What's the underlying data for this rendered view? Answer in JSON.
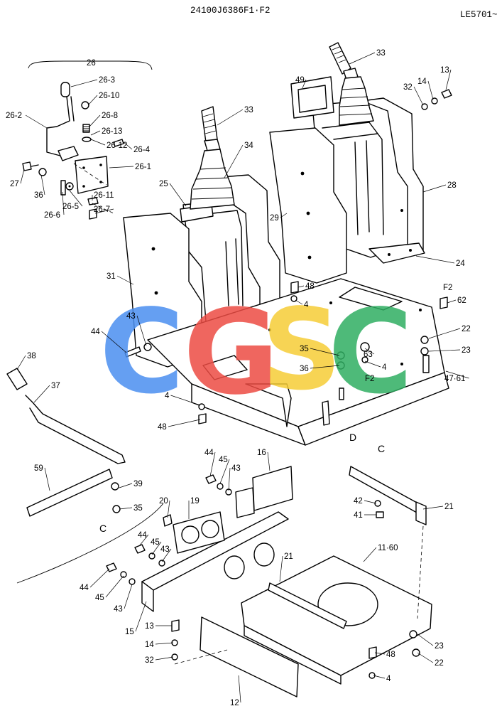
{
  "header": {
    "title": "24100J6386F1·F2",
    "code": "LE5701~"
  },
  "watermark": {
    "letters": [
      "C",
      "G",
      "S",
      "C"
    ],
    "colors": [
      "#4a8ef0",
      "#ec4b43",
      "#f6cd36",
      "#2fae62"
    ]
  },
  "group_labels": {
    "assembly_26": "26"
  },
  "view_markers": {
    "d": "D",
    "c_upper": "C",
    "c_lower": "C",
    "f2_top": "F2",
    "f2_mid": "F2"
  },
  "callouts": [
    "26-3",
    "26-10",
    "26-8",
    "26-13",
    "26-12",
    "26-4",
    "26-1",
    "26-2",
    "27",
    "36",
    "26-5",
    "26-6",
    "26-11",
    "26-7",
    "33",
    "34",
    "25",
    "31",
    "43",
    "44",
    "33",
    "49",
    "14",
    "32",
    "13",
    "29",
    "28",
    "24",
    "48",
    "4",
    "62",
    "22",
    "23",
    "47·61",
    "35",
    "63",
    "36",
    "4",
    "4",
    "48",
    "38",
    "37",
    "59",
    "39",
    "35",
    "44",
    "45",
    "43",
    "16",
    "20",
    "19",
    "44",
    "45",
    "43",
    "44",
    "45",
    "43",
    "15",
    "13",
    "14",
    "32",
    "12",
    "21",
    "11·60",
    "21",
    "42",
    "41",
    "48",
    "23",
    "22",
    "4"
  ]
}
